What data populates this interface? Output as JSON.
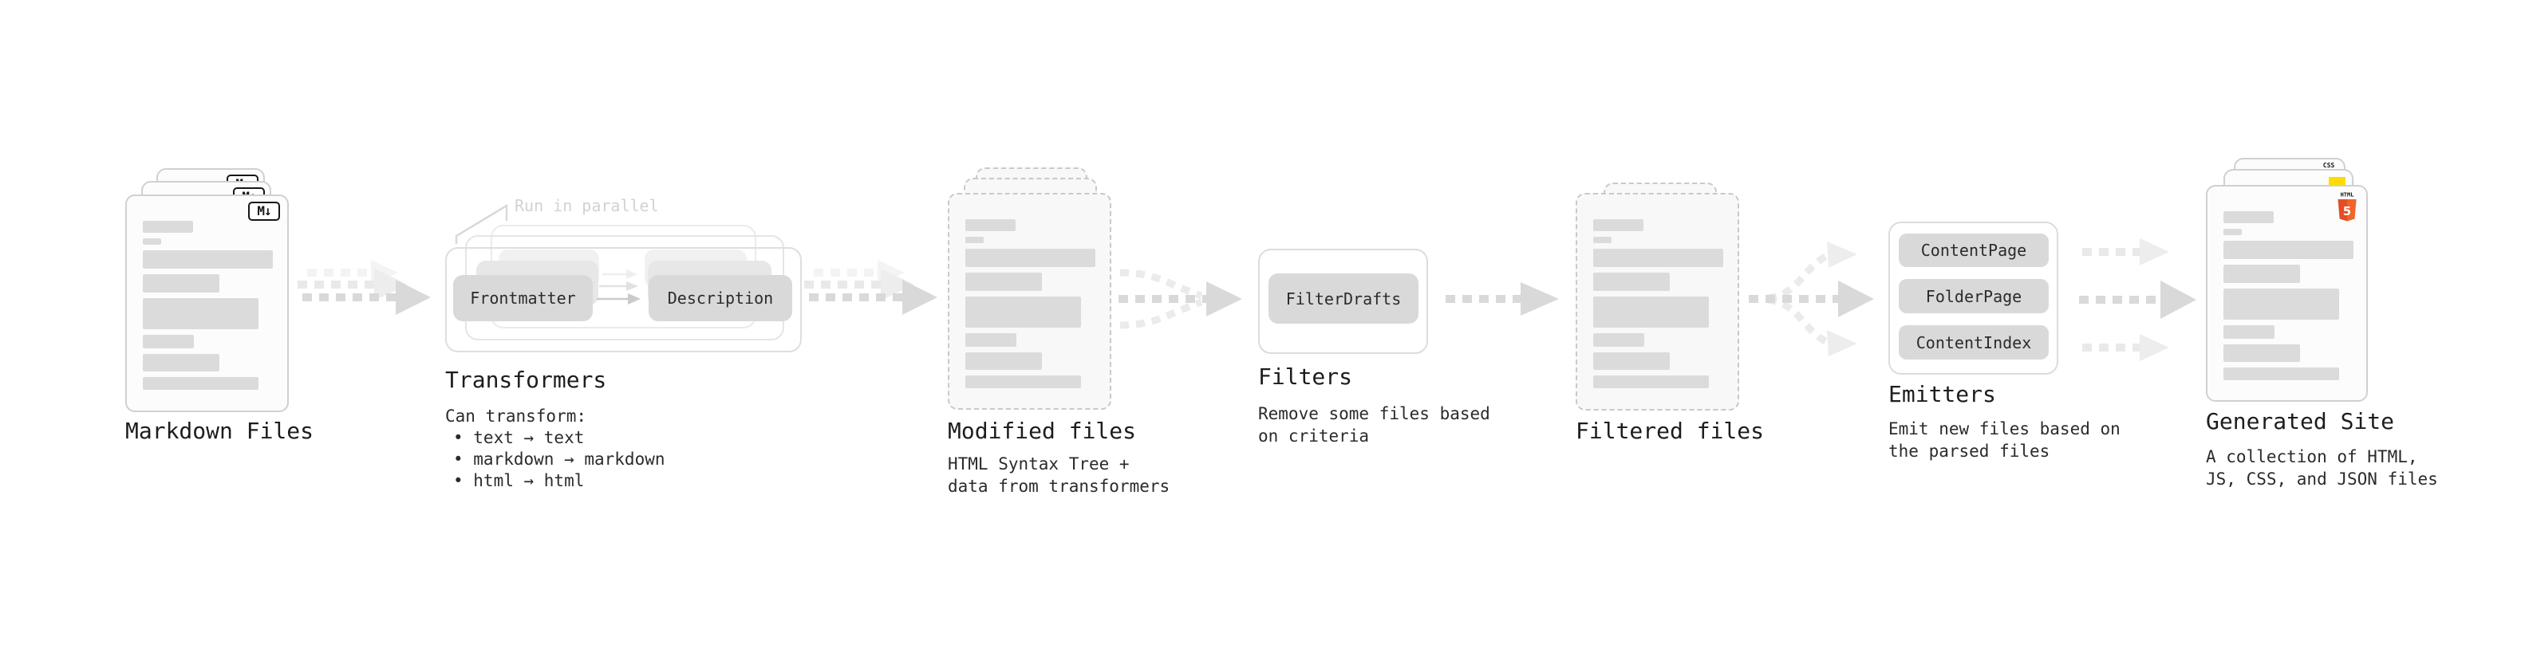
{
  "stages": {
    "markdown_files": {
      "label": "Markdown Files",
      "badge": "M↓"
    },
    "transformers": {
      "label": "Transformers",
      "annotation": "Run in parallel",
      "nodes": [
        "Frontmatter",
        "Description"
      ],
      "description": [
        "Can transform:",
        "• text → text",
        "• markdown → markdown",
        "• html → html"
      ]
    },
    "modified_files": {
      "label": "Modified files",
      "description": [
        "HTML Syntax Tree +",
        "data from transformers"
      ]
    },
    "filters": {
      "label": "Filters",
      "nodes": [
        "FilterDrafts"
      ],
      "description": [
        "Remove some files based",
        "on criteria"
      ]
    },
    "filtered_files": {
      "label": "Filtered files"
    },
    "emitters": {
      "label": "Emitters",
      "nodes": [
        "ContentPage",
        "FolderPage",
        "ContentIndex"
      ],
      "description": [
        "Emit new files based on",
        "the parsed files"
      ]
    },
    "generated_site": {
      "label": "Generated Site",
      "css_badge": "CSS",
      "html5_badge": {
        "wordmark": "HTML",
        "numeral": "5"
      },
      "description": [
        "A collection of HTML,",
        "JS, CSS, and JSON files"
      ]
    }
  },
  "colors": {
    "node_fill": "#d9d9d9",
    "bar_fill": "#dbdbdb",
    "arrow": "#d9d9d9",
    "arrow_ghost": "#ededed",
    "html5_orange": "#e44d26",
    "html5_orange_light": "#f16529",
    "js_yellow": "#ffdd00",
    "css_blue": "#2d6ff5",
    "text": "#1d1d1d",
    "muted_annotation": "#d2d2d2"
  }
}
